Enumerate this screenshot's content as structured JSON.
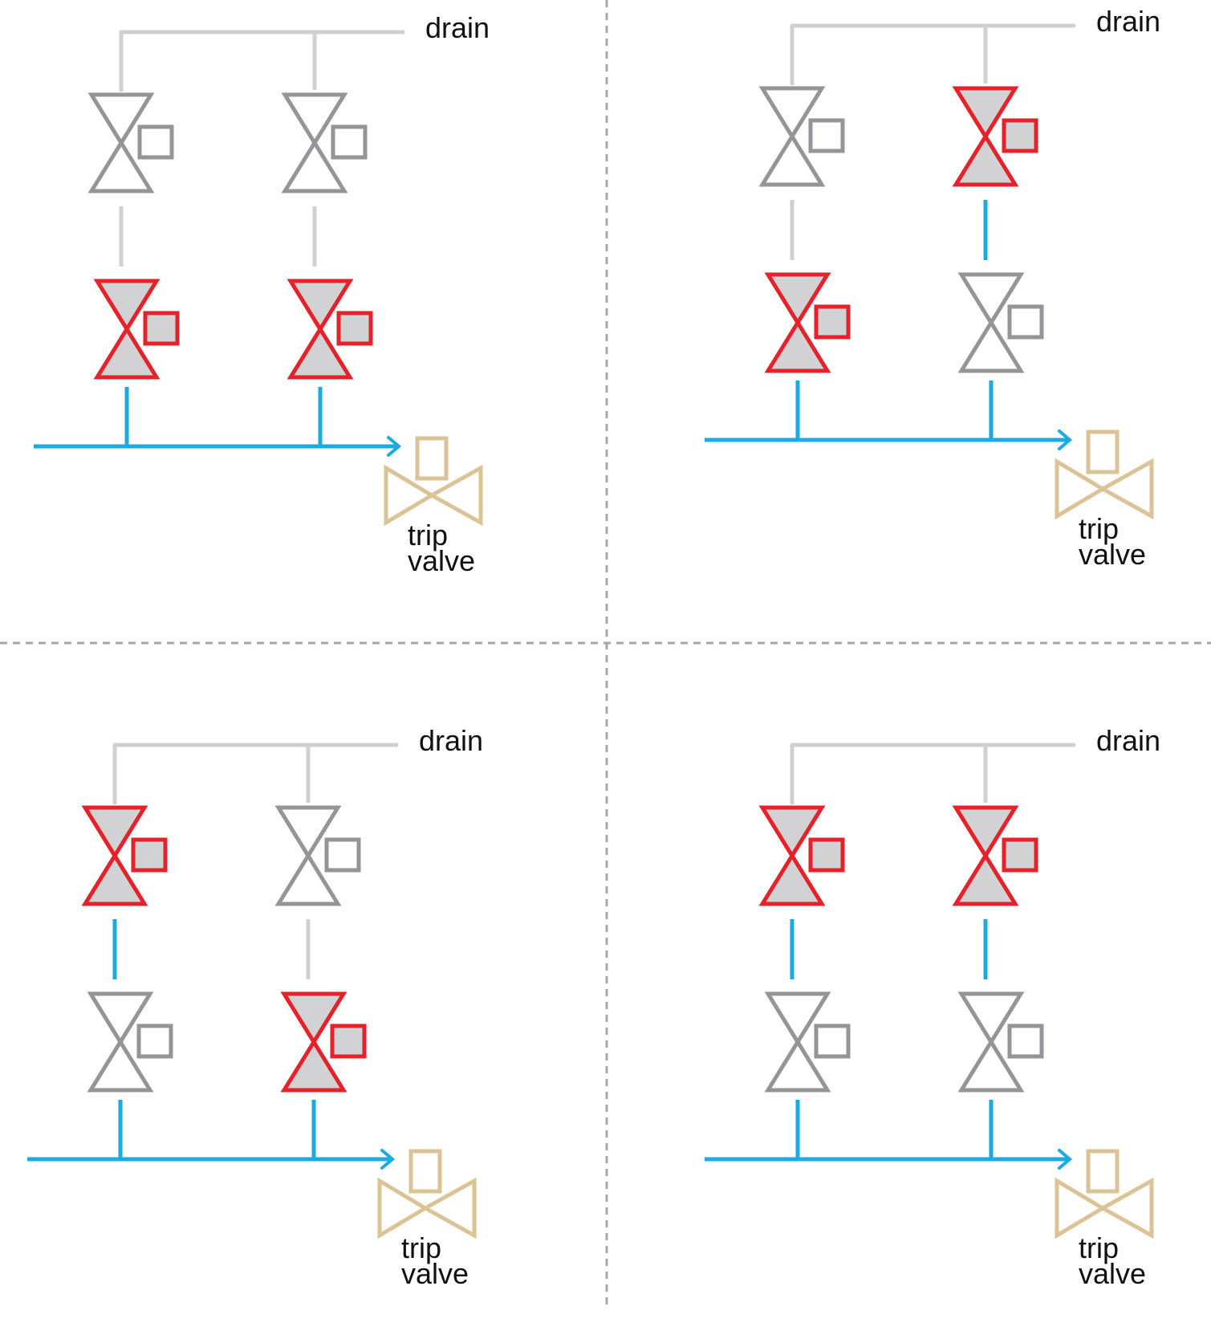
{
  "colors": {
    "drain_line": "#d0d0d0",
    "flow_line": "#1aabe2",
    "closed_stroke": "#e5212a",
    "closed_fill": "#d2d2d4",
    "open_stroke": "#959597",
    "trip_valve": "#dcc396",
    "divider": "#a6a6a6"
  },
  "panels": [
    {
      "drain_label": "drain",
      "trip_label_line1": "trip",
      "trip_label_line2": "valve",
      "left": {
        "upper_valve": "open",
        "lower_valve": "closed",
        "middle_segment": "drain"
      },
      "right": {
        "upper_valve": "open",
        "lower_valve": "closed",
        "middle_segment": "drain"
      }
    },
    {
      "drain_label": "drain",
      "trip_label_line1": "trip",
      "trip_label_line2": "valve",
      "left": {
        "upper_valve": "open",
        "lower_valve": "closed",
        "middle_segment": "drain"
      },
      "right": {
        "upper_valve": "closed",
        "lower_valve": "open",
        "middle_segment": "flow"
      }
    },
    {
      "drain_label": "drain",
      "trip_label_line1": "trip",
      "trip_label_line2": "valve",
      "left": {
        "upper_valve": "closed",
        "lower_valve": "open",
        "middle_segment": "flow"
      },
      "right": {
        "upper_valve": "open",
        "lower_valve": "closed",
        "middle_segment": "drain"
      }
    },
    {
      "drain_label": "drain",
      "trip_label_line1": "trip",
      "trip_label_line2": "valve",
      "left": {
        "upper_valve": "closed",
        "lower_valve": "open",
        "middle_segment": "flow"
      },
      "right": {
        "upper_valve": "closed",
        "lower_valve": "open",
        "middle_segment": "flow"
      }
    }
  ]
}
